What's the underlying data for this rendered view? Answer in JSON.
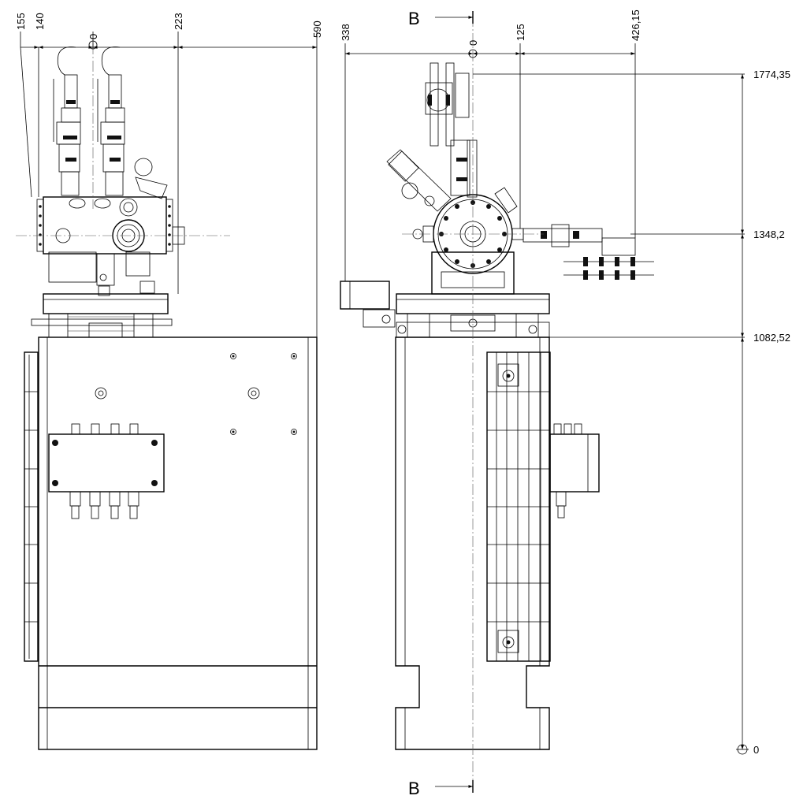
{
  "front_view": {
    "horizontal_dims": [
      "155",
      "140",
      "0",
      "223",
      "590"
    ]
  },
  "side_view": {
    "horizontal_dims": [
      "338",
      "0",
      "125",
      "426,15"
    ],
    "vertical_dims": [
      "1774,35",
      "1348,2",
      "1082,52",
      "0"
    ]
  },
  "section_marker": {
    "top_label": "B",
    "bottom_label": "B"
  }
}
